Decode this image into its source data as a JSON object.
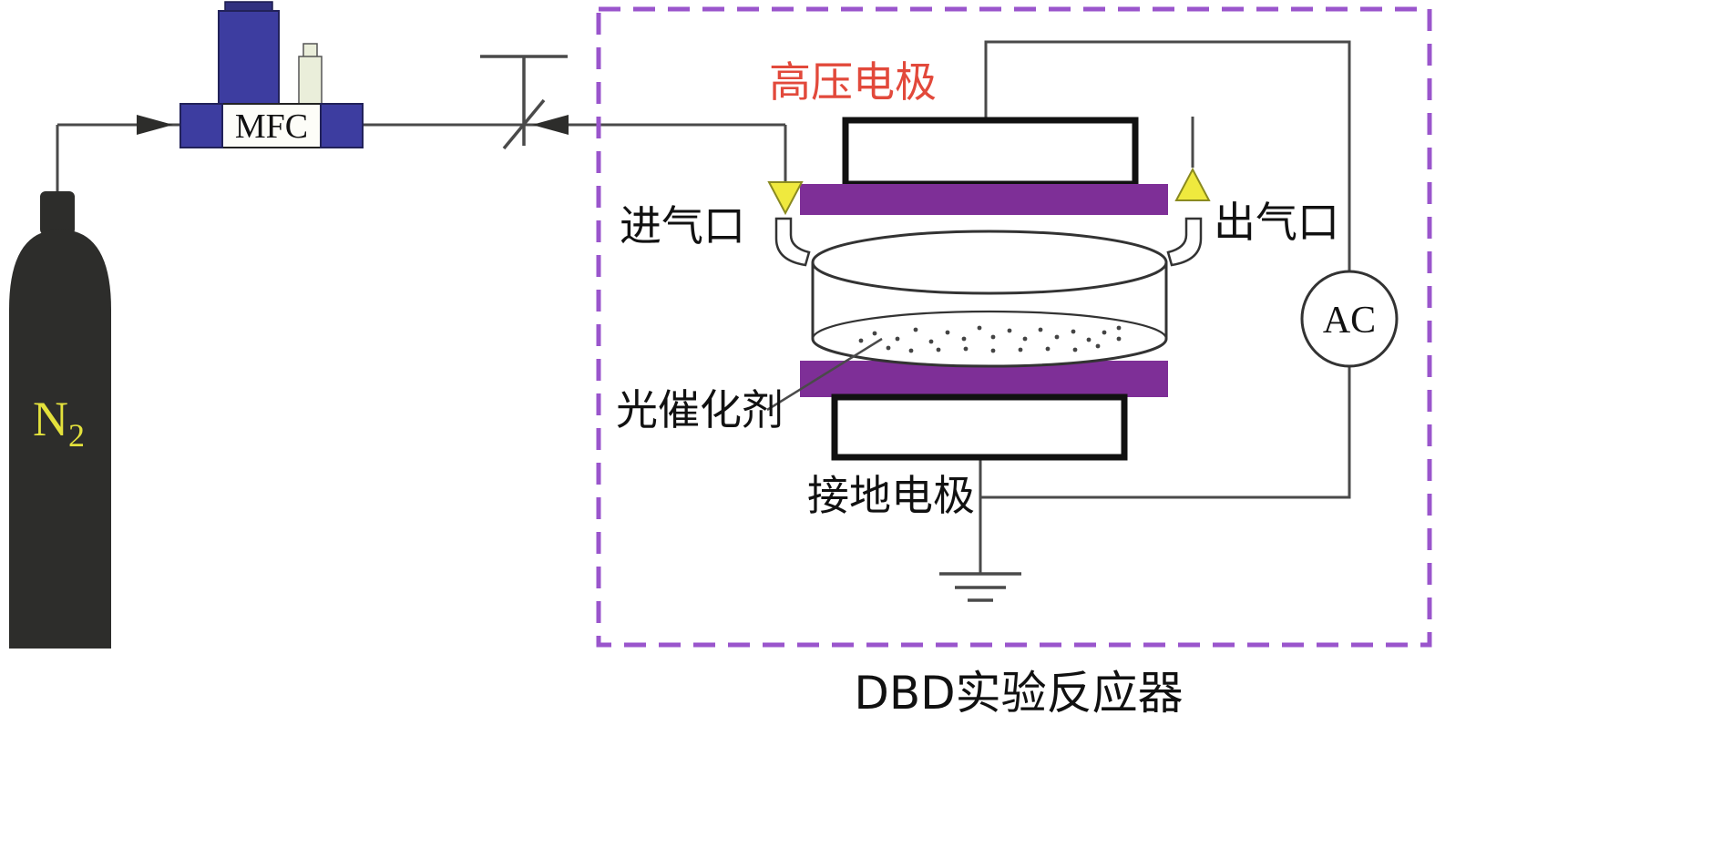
{
  "diagram": {
    "title": "DBD实验反应器",
    "labels": {
      "n2_main": "N",
      "n2_sub": "2",
      "mfc": "MFC",
      "high_voltage_electrode": "高压电极",
      "gas_inlet": "进气口",
      "gas_outlet": "出气口",
      "photocatalyst": "光催化剂",
      "ground_electrode": "接地电极",
      "ac_source": "AC"
    },
    "colors": {
      "gas_cylinder": "#2d2d2b",
      "n2_label": "#e3e13c",
      "mfc_body_blue": "#3d3da0",
      "mfc_cap_navy": "#31317f",
      "mfc_sensor_cream": "#eaeeda",
      "dielectric_plate_purple": "#7e2f97",
      "reactor_dashed_border": "#9a55cc",
      "high_voltage_label_red": "#e2493b",
      "flow_triangle_yellow": "#efe93e",
      "line_color": "#4a4a4a"
    }
  }
}
